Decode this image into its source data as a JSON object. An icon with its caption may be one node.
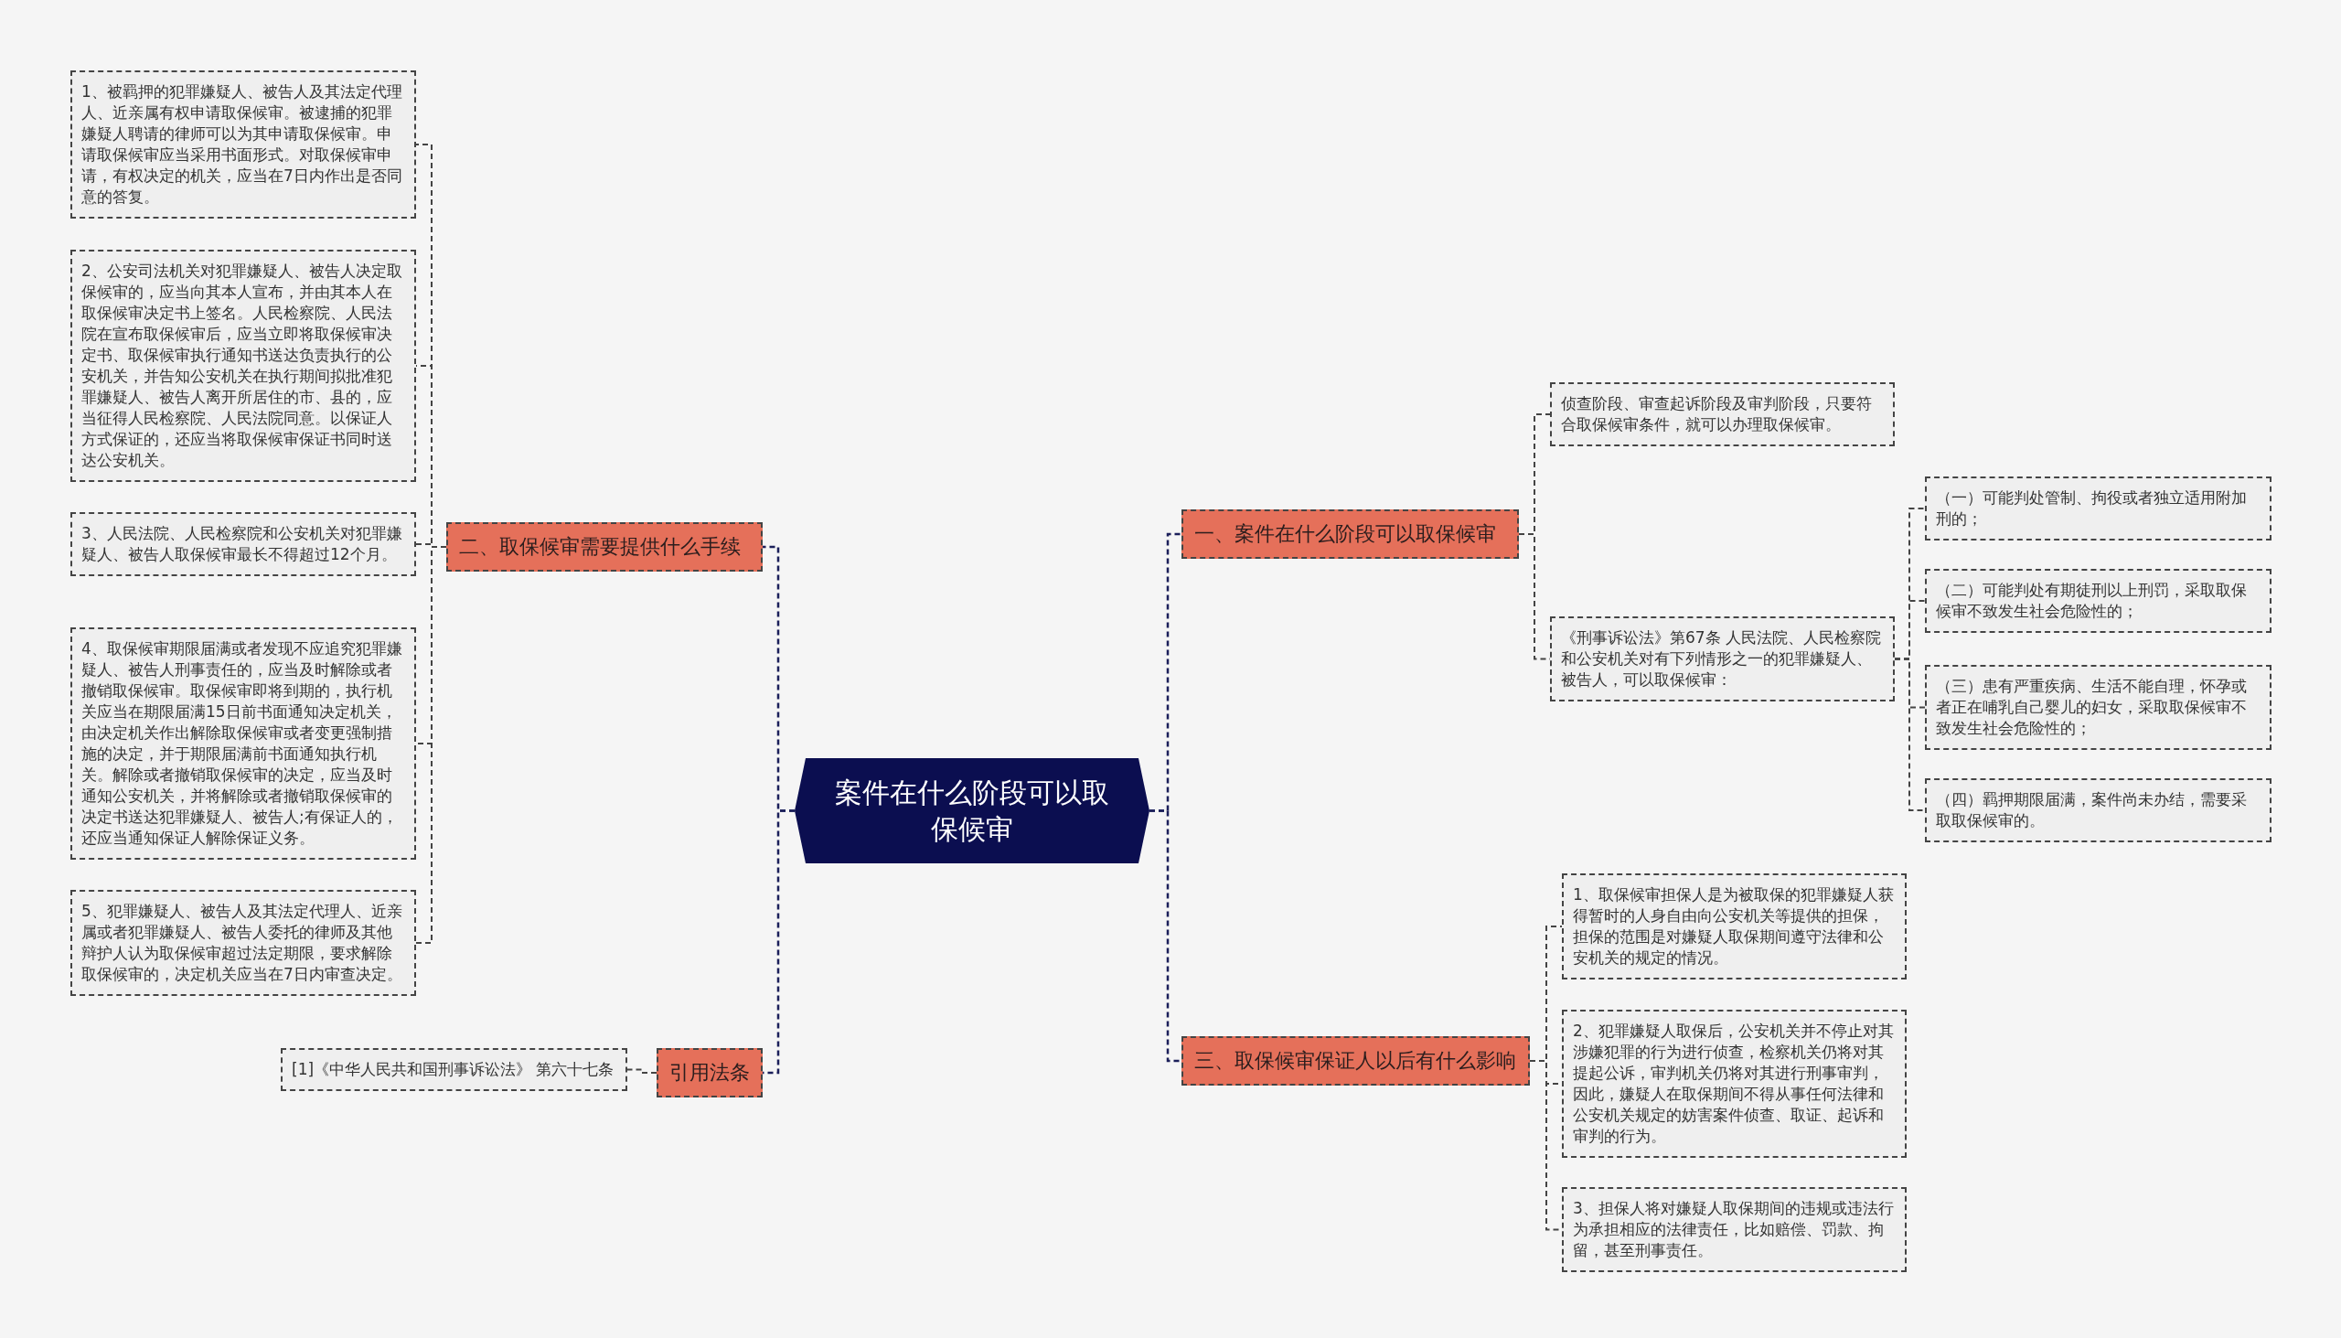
{
  "diagram": {
    "nodes": [
      {
        "text": [
          "案件在什么阶段可以取保候审"
        ]
      },
      {
        "text": [
          "一、案件在什么阶段可以取保候审"
        ]
      },
      {
        "text": [
          "侦查阶段、审查起诉阶段及审判阶段，只要符合取保候审条件，就可以办理取保候审。"
        ]
      },
      {
        "text": [
          "《刑事诉讼法》第67条 人民法院、人民检察院和公安机关对有下列情形之一的犯罪嫌疑人、被告人，可以取保候审："
        ]
      },
      {
        "text": [
          "（一）可能判处管制、拘役或者独立适用附加刑的；"
        ]
      },
      {
        "text": [
          "（二）可能判处有期徒刑以上刑罚，采取取保候审不致发生社会危险性的；"
        ]
      },
      {
        "text": [
          "（三）患有严重疾病、生活不能自理，怀孕或者正在哺乳自己婴儿的妇女，采取取保候审不致发生社会危险性的；"
        ]
      },
      {
        "text": [
          "（四）羁押期限届满，案件尚未办结，需要采取取保候审的。"
        ]
      },
      {
        "text": [
          "二、取保候审需要提供什么手续"
        ]
      },
      {
        "text": [
          "1、被羁押的犯罪嫌疑人、被告人及其法定代理人、近亲属有权申请取保候审。被逮捕的犯罪嫌疑人聘请的律师可以为其申请取保候审。申请取保候审应当采用书面形式。对取保候审申请，有权决定的机关，应当在7日内作出是否同意的答复。"
        ]
      },
      {
        "text": [
          "2、公安司法机关对犯罪嫌疑人、被告人决定取保候审的，应当向其本人宣布，并由其本人在取保候审决定书上签名。人民检察院、人民法院在宣布取保候审后，应当立即将取保候审决定书、取保候审执行通知书送达负责执行的公安机关，并告知公安机关在执行期间拟批准犯罪嫌疑人、被告人离开所居住的市、县的，应当征得人民检察院、人民法院同意。以保证人方式保证的，还应当将取保候审保证书同时送达公安机关。"
        ]
      },
      {
        "text": [
          "3、人民法院、人民检察院和公安机关对犯罪嫌疑人、被告人取保候审最长不得超过12个月。"
        ]
      },
      {
        "text": [
          "4、取保候审期限届满或者发现不应追究犯罪嫌疑人、被告人刑事责任的，应当及时解除或者撤销取保候审。取保候审即将到期的，执行机关应当在期限届满15日前书面通知决定机关，由决定机关作出解除取保候审或者变更强制措施的决定，并于期限届满前书面通知执行机关。解除或者撤销取保候审的决定，应当及时通知公安机关，并将解除或者撤销取保候审的决定书送达犯罪嫌疑人、被告人;有保证人的，还应当通知保证人解除保证义务。"
        ]
      },
      {
        "text": [
          "5、犯罪嫌疑人、被告人及其法定代理人、近亲属或者犯罪嫌疑人、被告人委托的律师及其他辩护人认为取保候审超过法定期限，要求解除取保候审的，决定机关应当在7日内审查决定。"
        ]
      },
      {
        "text": [
          "三、取保候审保证人以后有什么影响"
        ]
      },
      {
        "text": [
          "1、取保候审担保人是为被取保的犯罪嫌疑人获得暂时的人身自由向公安机关等提供的担保，担保的范围是对嫌疑人取保期间遵守法律和公安机关的规定的情况。"
        ]
      },
      {
        "text": [
          "2、犯罪嫌疑人取保后，公安机关并不停止对其涉嫌犯罪的行为进行侦查，检察机关仍将对其提起公诉，审判机关仍将对其进行刑事审判，因此，嫌疑人在取保期间不得从事任何法律和公安机关规定的妨害案件侦查、取证、起诉和审判的行为。"
        ]
      },
      {
        "text": [
          "3、担保人将对嫌疑人取保期间的违规或违法行为承担相应的法律责任，比如赔偿、罚款、拘留，甚至刑事责任。"
        ]
      },
      {
        "text": [
          "引用法条"
        ]
      },
      {
        "text": [
          "[1]《中华人民共和国刑事诉讼法》 第六十七条"
        ]
      }
    ],
    "edges": [
      {
        "from": 0,
        "to": 1,
        "arrow": "none"
      },
      {
        "from": 1,
        "to": 2,
        "arrow": "none"
      },
      {
        "from": 1,
        "to": 3,
        "arrow": "none"
      },
      {
        "from": 3,
        "to": 4,
        "arrow": "none"
      },
      {
        "from": 3,
        "to": 5,
        "arrow": "none"
      },
      {
        "from": 3,
        "to": 6,
        "arrow": "none"
      },
      {
        "from": 3,
        "to": 7,
        "arrow": "none"
      },
      {
        "from": 0,
        "to": 8,
        "arrow": "none"
      },
      {
        "from": 8,
        "to": 9,
        "arrow": "none"
      },
      {
        "from": 8,
        "to": 10,
        "arrow": "none"
      },
      {
        "from": 8,
        "to": 11,
        "arrow": "none"
      },
      {
        "from": 8,
        "to": 12,
        "arrow": "none"
      },
      {
        "from": 8,
        "to": 13,
        "arrow": "none"
      },
      {
        "from": 0,
        "to": 14,
        "arrow": "none"
      },
      {
        "from": 14,
        "to": 15,
        "arrow": "none"
      },
      {
        "from": 14,
        "to": 16,
        "arrow": "none"
      },
      {
        "from": 14,
        "to": 17,
        "arrow": "none"
      },
      {
        "from": 0,
        "to": 18,
        "arrow": "none"
      },
      {
        "from": 18,
        "to": 19,
        "arrow": "none"
      }
    ]
  }
}
